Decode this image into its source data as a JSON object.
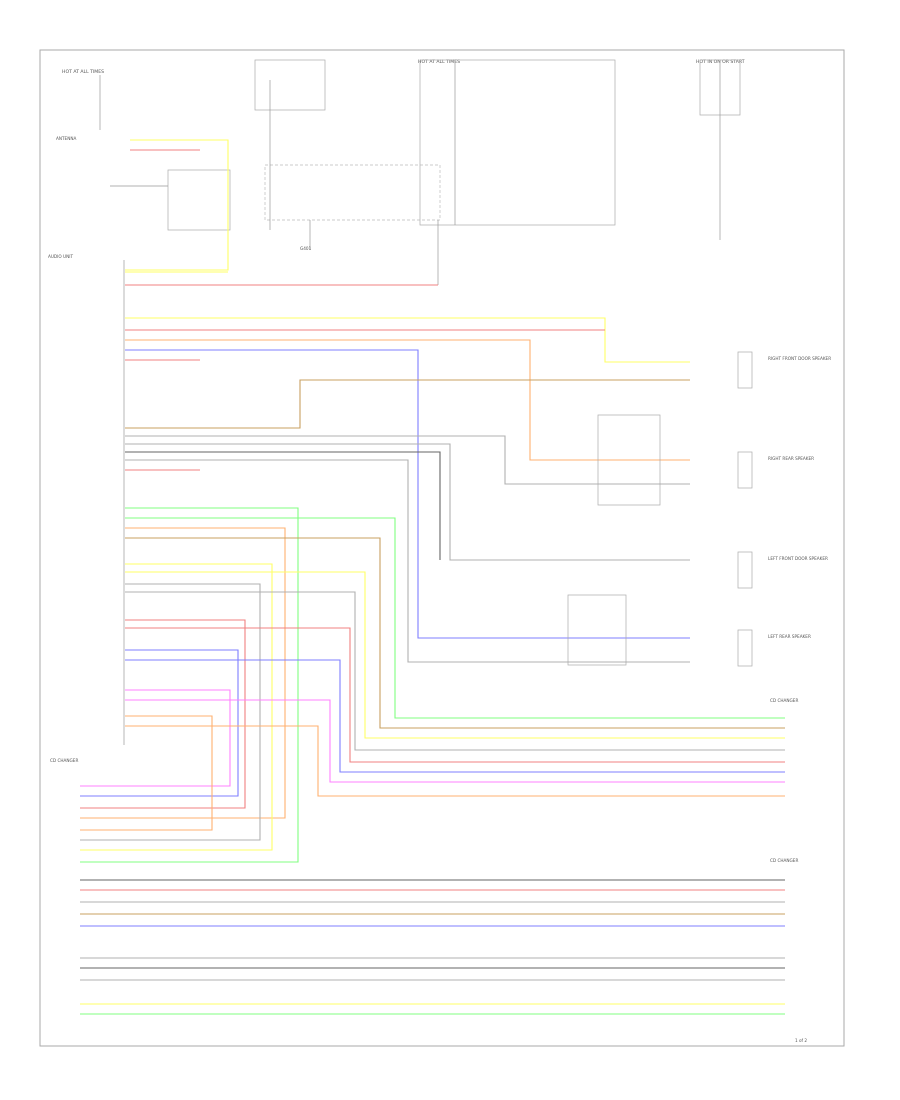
{
  "labels": {
    "hot_at_all_times_1": "HOT AT ALL TIMES",
    "hot_at_all_times_2": "HOT AT ALL TIMES",
    "hot_in_on_or_start": "HOT IN ON OR START",
    "antenna": "ANTENNA",
    "ground": "G401",
    "radio_unit": "AUDIO UNIT",
    "right_front_door_speaker": "RIGHT FRONT DOOR SPEAKER",
    "right_rear_speaker": "RIGHT REAR SPEAKER",
    "left_front_door_speaker": "LEFT FRONT DOOR SPEAKER",
    "left_rear_speaker": "LEFT REAR SPEAKER",
    "cd_changer": "CD CHANGER",
    "page_number": "1 of 2"
  },
  "colors": {
    "red": "#f08080",
    "pink": "#ff80ff",
    "blue": "#7f7fff",
    "yellow": "#ffff66",
    "green": "#80ff80",
    "orange": "#ffb070",
    "brown": "#c8a060",
    "gray": "#b0b0b0",
    "black": "#666666"
  }
}
